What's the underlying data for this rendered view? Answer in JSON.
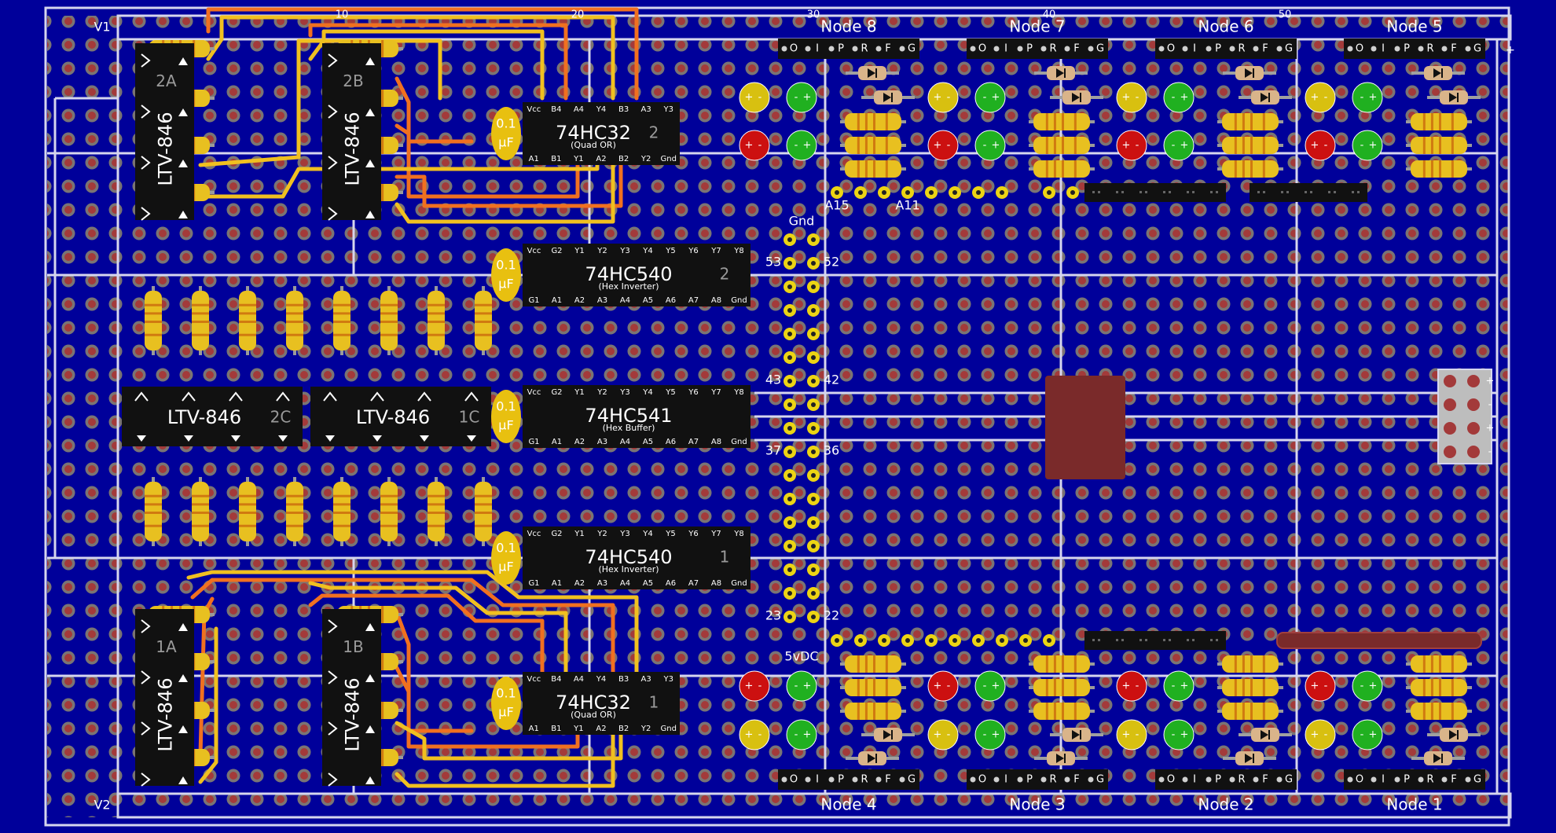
{
  "rails": {
    "top": "V1",
    "bottom": "V2"
  },
  "ruler": [
    "10",
    "20",
    "30",
    "40",
    "50"
  ],
  "polarity": {
    "top_plus": "+",
    "bottom_minus": "-",
    "pwr": [
      "+",
      "-",
      "+",
      "-"
    ]
  },
  "nodes": {
    "top": [
      "Node 8",
      "Node 7",
      "Node 6",
      "Node 5"
    ],
    "bottom": [
      "Node 4",
      "Node 3",
      "Node 2",
      "Node 1"
    ]
  },
  "node_header_pins": [
    "O",
    "I",
    "P",
    "R",
    "F",
    "G"
  ],
  "optos": {
    "part": "LTV-846",
    "vertical": [
      "2A",
      "2B",
      "1A",
      "1B"
    ],
    "horizontal": [
      "2C",
      "1C"
    ]
  },
  "capacitor": {
    "line1": "0.1",
    "line2": "µF"
  },
  "chips": [
    {
      "part": "74HC32",
      "sub": "(Quad OR)",
      "num": "2",
      "top": [
        "Vcc",
        "B4",
        "A4",
        "Y4",
        "B3",
        "A3",
        "Y3"
      ],
      "bottom": [
        "A1",
        "B1",
        "Y1",
        "A2",
        "B2",
        "Y2",
        "Gnd"
      ]
    },
    {
      "part": "74HC540",
      "sub": "(Hex Inverter)",
      "num": "2",
      "top": [
        "Vcc",
        "G2",
        "Y1",
        "Y2",
        "Y3",
        "Y4",
        "Y5",
        "Y6",
        "Y7",
        "Y8"
      ],
      "bottom": [
        "G1",
        "A1",
        "A2",
        "A3",
        "A4",
        "A5",
        "A6",
        "A7",
        "A8",
        "Gnd"
      ]
    },
    {
      "part": "74HC541",
      "sub": "(Hex Buffer)",
      "num": "",
      "top": [
        "Vcc",
        "G2",
        "Y1",
        "Y2",
        "Y3",
        "Y4",
        "Y5",
        "Y6",
        "Y7",
        "Y8"
      ],
      "bottom": [
        "G1",
        "A1",
        "A2",
        "A3",
        "A4",
        "A5",
        "A6",
        "A7",
        "A8",
        "Gnd"
      ]
    },
    {
      "part": "74HC540",
      "sub": "(Hex Inverter)",
      "num": "1",
      "top": [
        "Vcc",
        "G2",
        "Y1",
        "Y2",
        "Y3",
        "Y4",
        "Y5",
        "Y6",
        "Y7",
        "Y8"
      ],
      "bottom": [
        "G1",
        "A1",
        "A2",
        "A3",
        "A4",
        "A5",
        "A6",
        "A7",
        "A8",
        "Gnd"
      ]
    },
    {
      "part": "74HC32",
      "sub": "(Quad OR)",
      "num": "1",
      "top": [
        "Vcc",
        "B4",
        "A4",
        "Y4",
        "B3",
        "A3",
        "Y3"
      ],
      "bottom": [
        "A1",
        "B1",
        "Y1",
        "A2",
        "B2",
        "Y2",
        "Gnd"
      ]
    }
  ],
  "connector_labels": {
    "gnd": "Gnd",
    "vdc": "5vDC",
    "a15": "A15",
    "a11": "A11",
    "left": [
      "53",
      "43",
      "37",
      "23"
    ],
    "right": [
      "52",
      "42",
      "36",
      "22"
    ]
  },
  "led_marks": {
    "plus": "+",
    "minus": "-"
  },
  "colors": {
    "board": "#00009a",
    "pad_ring": "#7a7474",
    "pad_hole": "#a33a3a",
    "trace_white": "#d6d6ee",
    "wire_orange": "#f07020",
    "wire_yellow": "#f0c020",
    "resistor": "#e8c020",
    "chip": "#111111",
    "led_red": "#cc1010",
    "led_green": "#20b020",
    "led_yellow": "#d8c010",
    "block": "#7a2a2a"
  }
}
